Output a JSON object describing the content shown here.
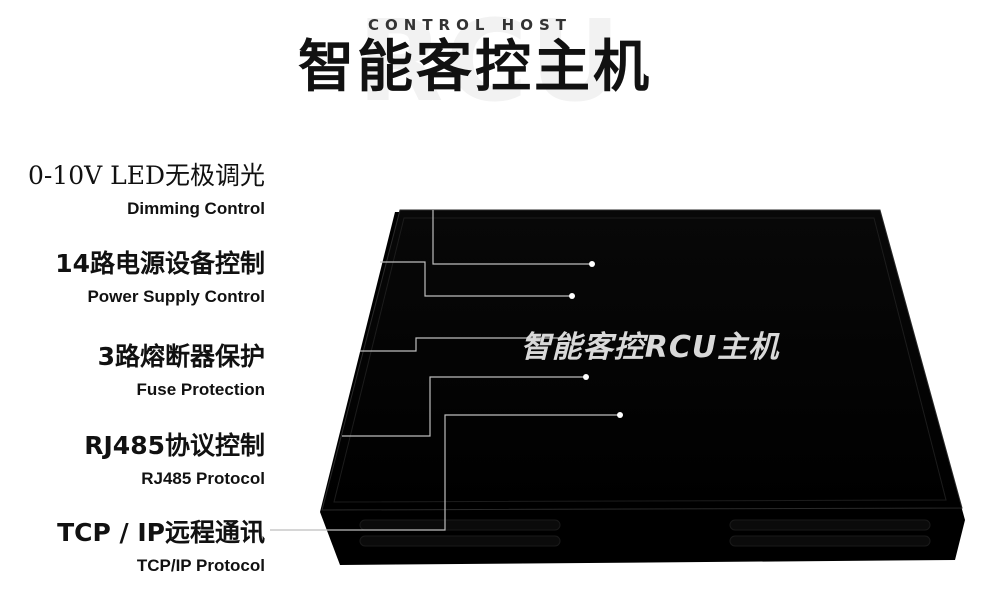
{
  "header": {
    "watermark": "RCU",
    "kicker": "CONTROL HOST",
    "title": "智能客控主机"
  },
  "device": {
    "label": "智能客控RCU主机",
    "color": "#000000"
  },
  "features": [
    {
      "cn": "0-10V LED无极调光",
      "en": "Dimming Control"
    },
    {
      "cn": "14路电源设备控制",
      "en": "Power Supply Control"
    },
    {
      "cn": "3路熔断器保护",
      "en": "Fuse Protection"
    },
    {
      "cn": "RJ485协议控制",
      "en": "RJ485 Protocol"
    },
    {
      "cn": "TCP / IP远程通讯",
      "en": "TCP/IP Protocol"
    }
  ]
}
